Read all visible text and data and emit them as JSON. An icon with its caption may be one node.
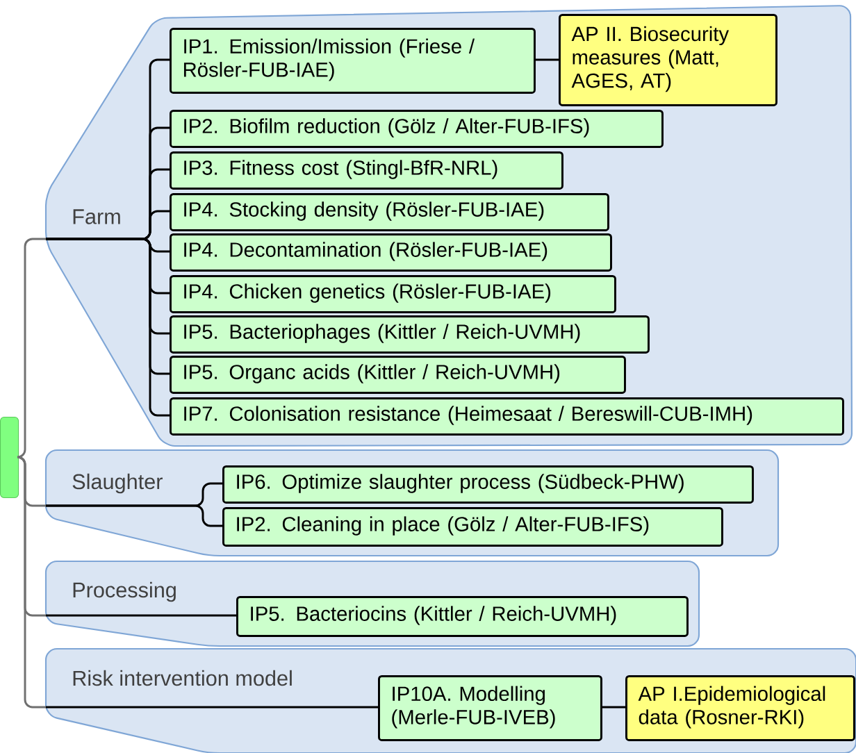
{
  "diagram": {
    "nodes": [
      {
        "text": [],
        "shape": "box"
      },
      {
        "text": [
          "Farm"
        ]
      },
      {
        "text": [
          "IP1. Emission/Imission (Friese / Rösler-FUB-IAE)"
        ],
        "in": 1
      },
      {
        "text": [
          "AP II. Biosecurity measures (Matt, AGES, AT)"
        ],
        "in": 1
      },
      {
        "text": [
          "IP2. Biofilm reduction  (Gölz / Alter-FUB-IFS)"
        ],
        "in": 1
      },
      {
        "text": [
          "IP3. Fitness cost  (Stingl-BfR-NRL)"
        ],
        "in": 1
      },
      {
        "text": [
          "IP4. Stocking density (Rösler-FUB-IAE)"
        ],
        "in": 1
      },
      {
        "text": [
          "IP4. Decontamination (Rösler-FUB-IAE)"
        ],
        "in": 1
      },
      {
        "text": [
          "IP4. Chicken genetics (Rösler-FUB-IAE)"
        ],
        "in": 1
      },
      {
        "text": [
          "IP5. Bacteriophages (Kittler / Reich-UVMH)"
        ],
        "in": 1
      },
      {
        "text": [
          "IP5. Organc acids (Kittler / Reich-UVMH)"
        ],
        "in": 1
      },
      {
        "text": [
          "IP7. Colonisation resistance (Heimesaat / Bereswill-CUB-IMH)"
        ],
        "in": 1
      },
      {
        "text": [
          "Slaughter"
        ]
      },
      {
        "text": [
          "IP6. Optimize slaughter process (Südbeck-PHW)"
        ],
        "in": 12
      },
      {
        "text": [
          "IP2. Cleaning in place (Gölz / Alter-FUB-IFS)"
        ],
        "in": 12
      },
      {
        "text": [
          "Processing"
        ]
      },
      {
        "text": [
          "IP5. Bacteriocins (Kittler / Reich-UVMH)"
        ],
        "in": 15
      },
      {
        "text": [
          "Risk intervention model"
        ]
      },
      {
        "text": [
          "IP10A. Modelling (Merle-FUB-IVEB)"
        ],
        "in": 17
      },
      {
        "text": [
          "AP I.Epidemiological data (Rosner-RKI)"
        ],
        "in": 17
      }
    ],
    "edges": [
      {
        "from": 0,
        "to": 1,
        "arrow": "none",
        "color": "#707070"
      },
      {
        "from": 0,
        "to": 12,
        "arrow": "none",
        "color": "#707070"
      },
      {
        "from": 0,
        "to": 15,
        "arrow": "none",
        "color": "#707070"
      },
      {
        "from": 0,
        "to": 17,
        "arrow": "none",
        "color": "#707070"
      },
      {
        "from": 1,
        "to": 2,
        "arrow": "none"
      },
      {
        "from": 2,
        "to": 3,
        "arrow": "none"
      },
      {
        "from": 1,
        "to": 4,
        "arrow": "none"
      },
      {
        "from": 1,
        "to": 5,
        "arrow": "none"
      },
      {
        "from": 1,
        "to": 6,
        "arrow": "none"
      },
      {
        "from": 1,
        "to": 7,
        "arrow": "none"
      },
      {
        "from": 1,
        "to": 8,
        "arrow": "none"
      },
      {
        "from": 1,
        "to": 9,
        "arrow": "none"
      },
      {
        "from": 1,
        "to": 10,
        "arrow": "none"
      },
      {
        "from": 1,
        "to": 11,
        "arrow": "none"
      },
      {
        "from": 12,
        "to": 13,
        "arrow": "none"
      },
      {
        "from": 12,
        "to": 14,
        "arrow": "none"
      },
      {
        "from": 15,
        "to": 16,
        "arrow": "none"
      },
      {
        "from": 17,
        "to": 18,
        "arrow": "none"
      },
      {
        "from": 18,
        "to": 19,
        "arrow": "none"
      }
    ]
  }
}
